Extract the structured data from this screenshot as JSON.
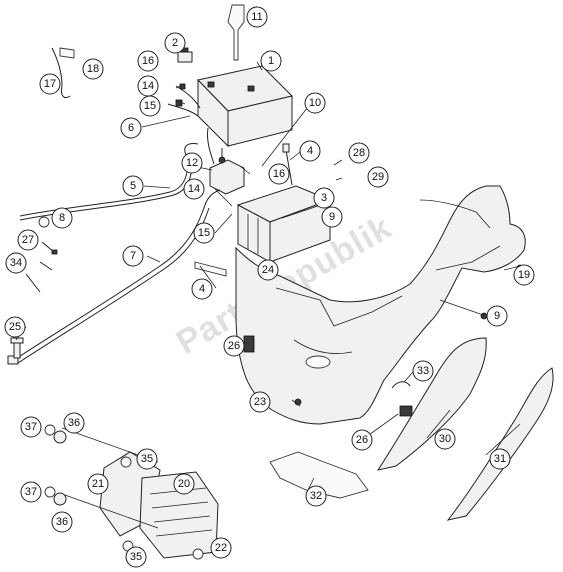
{
  "watermark": "PartsRepublik",
  "callouts": [
    "1",
    "2",
    "4",
    "4",
    "5",
    "6",
    "7",
    "8",
    "9",
    "9",
    "10",
    "11",
    "12",
    "14",
    "14",
    "15",
    "15",
    "16",
    "16",
    "17",
    "18",
    "19",
    "20",
    "21",
    "22",
    "23",
    "24",
    "25",
    "26",
    "26",
    "27",
    "28",
    "29",
    "30",
    "31",
    "32",
    "33",
    "34",
    "35",
    "35",
    "36",
    "36",
    "37",
    "37",
    "3"
  ]
}
